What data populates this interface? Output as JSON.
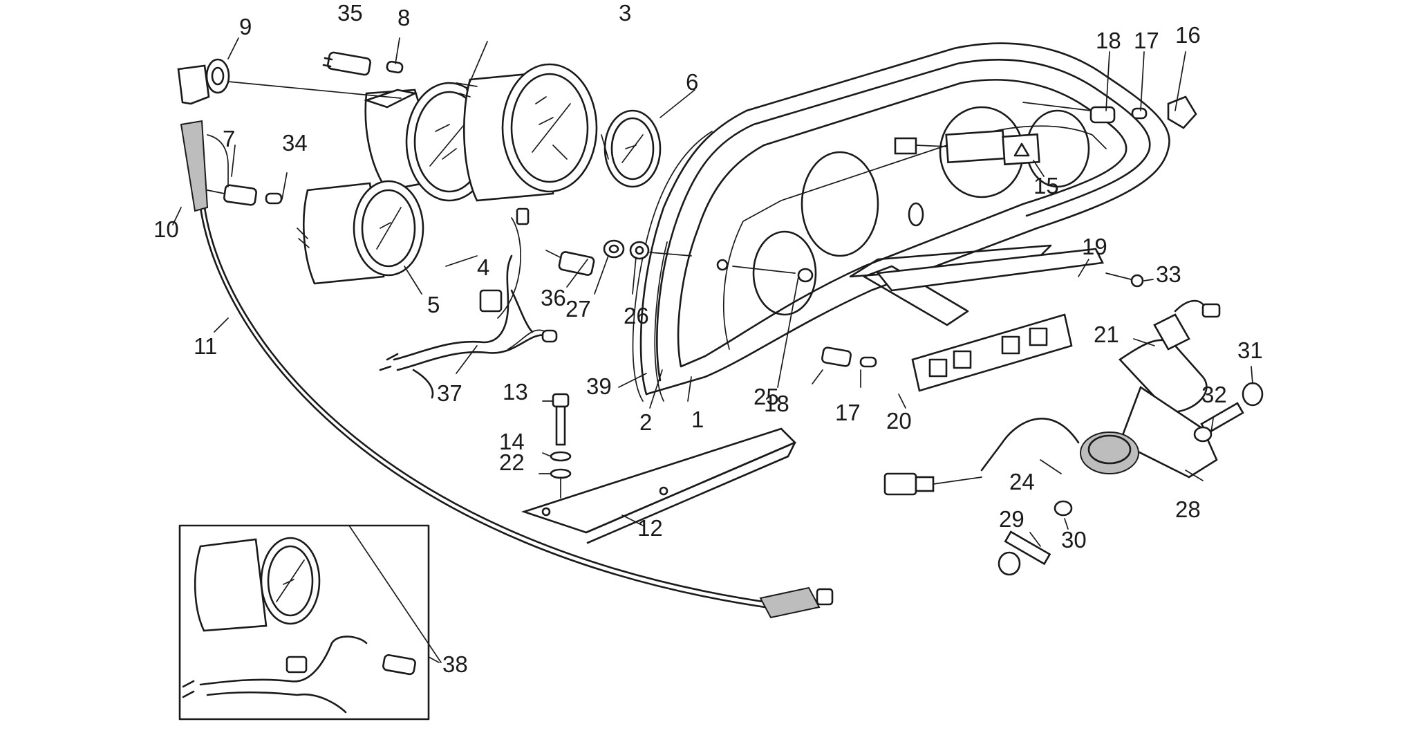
{
  "parts": [
    {
      "id": "1",
      "label": "1"
    },
    {
      "id": "2",
      "label": "2"
    },
    {
      "id": "3",
      "label": "3"
    },
    {
      "id": "4",
      "label": "4"
    },
    {
      "id": "5",
      "label": "5"
    },
    {
      "id": "6",
      "label": "6"
    },
    {
      "id": "7",
      "label": "7"
    },
    {
      "id": "8",
      "label": "8"
    },
    {
      "id": "9",
      "label": "9"
    },
    {
      "id": "10",
      "label": "10"
    },
    {
      "id": "11",
      "label": "11"
    },
    {
      "id": "12",
      "label": "12"
    },
    {
      "id": "13",
      "label": "13"
    },
    {
      "id": "14",
      "label": "14"
    },
    {
      "id": "15",
      "label": "15"
    },
    {
      "id": "16",
      "label": "16"
    },
    {
      "id": "17a",
      "label": "17"
    },
    {
      "id": "17b",
      "label": "17"
    },
    {
      "id": "18a",
      "label": "18"
    },
    {
      "id": "18b",
      "label": "18"
    },
    {
      "id": "19",
      "label": "19"
    },
    {
      "id": "20",
      "label": "20"
    },
    {
      "id": "21",
      "label": "21"
    },
    {
      "id": "22",
      "label": "22"
    },
    {
      "id": "24",
      "label": "24"
    },
    {
      "id": "25",
      "label": "25"
    },
    {
      "id": "26",
      "label": "26"
    },
    {
      "id": "27",
      "label": "27"
    },
    {
      "id": "28",
      "label": "28"
    },
    {
      "id": "29",
      "label": "29"
    },
    {
      "id": "30",
      "label": "30"
    },
    {
      "id": "31",
      "label": "31"
    },
    {
      "id": "32",
      "label": "32"
    },
    {
      "id": "33",
      "label": "33"
    },
    {
      "id": "34",
      "label": "34"
    },
    {
      "id": "35",
      "label": "35"
    },
    {
      "id": "36",
      "label": "36"
    },
    {
      "id": "37",
      "label": "37"
    },
    {
      "id": "38",
      "label": "38"
    },
    {
      "id": "39",
      "label": "39"
    }
  ]
}
